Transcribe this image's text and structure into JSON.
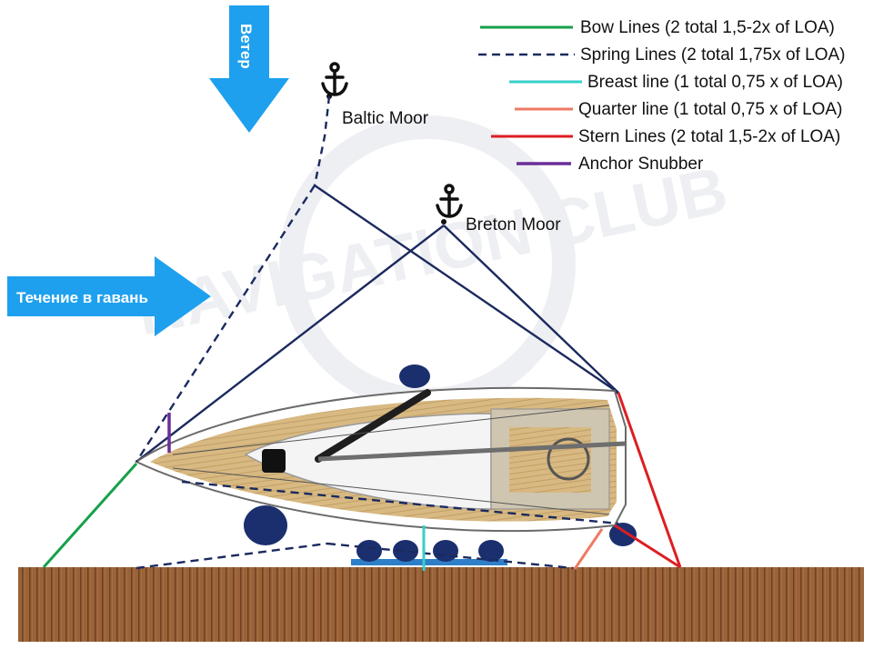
{
  "legend": {
    "bow": {
      "label": "Bow Lines (2 total 1,5-2x of LOA)",
      "color": "#16a04a"
    },
    "spring": {
      "label": "Spring Lines (2 total 1,75x of LOA)",
      "color": "#1b2a5e"
    },
    "breast": {
      "label": "Breast line (1 total 0,75 x of LOA)",
      "color": "#37cfc8"
    },
    "quarter": {
      "label": "Quarter line (1 total 0,75 x of LOA)",
      "color": "#ee7a62"
    },
    "stern": {
      "label": "Stern Lines (2 total 1,5-2x of LOA)",
      "color": "#dd1e22"
    },
    "snubber": {
      "label": "Anchor Snubber",
      "color": "#6a2e98"
    }
  },
  "wind": {
    "label": "Ветер",
    "color": "#1ea0ee"
  },
  "current": {
    "label": "Течение в гавань",
    "color": "#1ea0ee"
  },
  "moors": {
    "baltic": {
      "label": "Baltic Moor"
    },
    "breton": {
      "label": "Breton Moor"
    }
  },
  "watermark": {
    "text": "NAVIGATION CLUB"
  },
  "colors": {
    "navy": "#1b2a5e",
    "deck": "#d4b47c",
    "pier": "#9a6238",
    "fender": "#1b2f6e",
    "gangway": "#2f7fc8"
  }
}
